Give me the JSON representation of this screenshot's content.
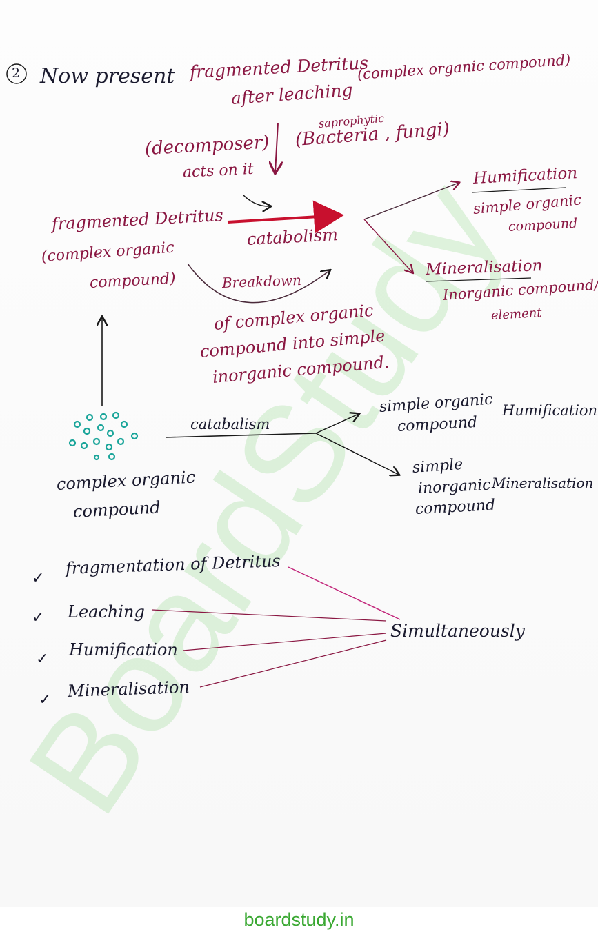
{
  "heading": {
    "number": "2",
    "intro": "Now present",
    "fragment_line1": "fragmented Detritus",
    "fragment_line2": "after leaching",
    "fragment_note": "(complex organic compound)",
    "saprophytic": "saprophytic",
    "decomposer": "(decomposer)",
    "acts": "acts on it",
    "bacteria": "(Bacteria , fungi)"
  },
  "catabolism_diagram": {
    "left_line1": "fragmented Detritus",
    "left_line2": "(complex organic",
    "left_line3": "compound)",
    "arrow_label": "catabolism",
    "arc_label": "Breakdown",
    "desc_line1": "of complex organic",
    "desc_line2": "compound into simple",
    "desc_line3": "inorganic compound.",
    "humification_title": "Humification",
    "humification_line1": "simple organic",
    "humification_line2": "compound",
    "mineralisation_title": "Mineralisation",
    "mineralisation_line1": "Inorganic compound/",
    "mineralisation_line2": "element"
  },
  "second_diagram": {
    "left_line1": "complex organic",
    "left_line2": "compound",
    "arrow_label": "catabalism",
    "top_line1": "simple organic",
    "top_line2": "compound",
    "top_process": "Humification",
    "bottom_line1": "simple",
    "bottom_line2": "inorganic",
    "bottom_line3": "compound",
    "bottom_process": "Mineralisation"
  },
  "checklist": {
    "items": [
      "fragmentation of Detritus",
      "Leaching",
      "Humification",
      "Mineralisation"
    ],
    "tick": "✓",
    "result": "Simultaneously"
  },
  "watermark": {
    "text": "BoardStudy"
  },
  "footer": {
    "site": "boardstudy.in"
  },
  "colors": {
    "ink": "#1a1a2e",
    "magenta": "#8a1742",
    "arrow_red": "#c8102e",
    "dots": "#1aa59a",
    "watermark": "#8fd68a",
    "footer": "#3aa832"
  }
}
